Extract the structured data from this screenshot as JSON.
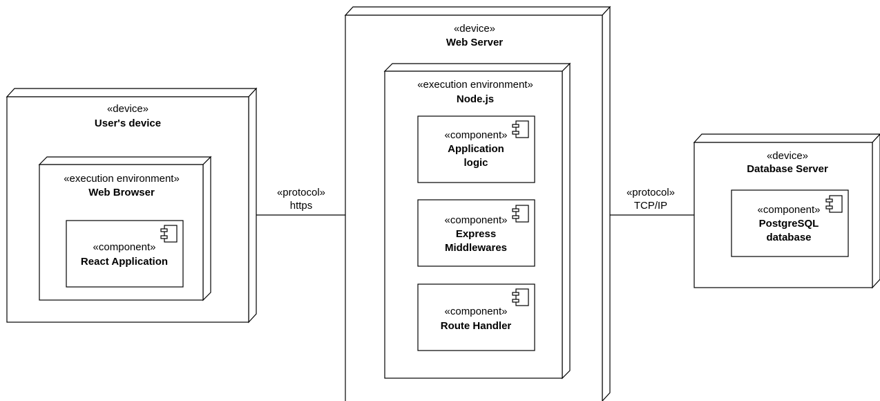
{
  "diagram": {
    "user_device": {
      "stereotype": "«device»",
      "name": "User's device",
      "environment": {
        "stereotype": "«execution environment»",
        "name": "Web Browser",
        "components": [
          {
            "stereotype": "«component»",
            "name": "React Application"
          }
        ]
      }
    },
    "web_server": {
      "stereotype": "«device»",
      "name": "Web Server",
      "environment": {
        "stereotype": "«execution environment»",
        "name": "Node.js",
        "components": [
          {
            "stereotype": "«component»",
            "name_lines": [
              "Application",
              "logic"
            ]
          },
          {
            "stereotype": "«component»",
            "name_lines": [
              "Express",
              "Middlewares"
            ]
          },
          {
            "stereotype": "«component»",
            "name_lines": [
              "Route Handler"
            ]
          }
        ]
      }
    },
    "database_server": {
      "stereotype": "«device»",
      "name": "Database Server",
      "components": [
        {
          "stereotype": "«component»",
          "name_lines": [
            "PostgreSQL",
            "database"
          ]
        }
      ]
    },
    "connections": [
      {
        "stereotype": "«protocol»",
        "label": "https"
      },
      {
        "stereotype": "«protocol»",
        "label": "TCP/IP"
      }
    ]
  }
}
